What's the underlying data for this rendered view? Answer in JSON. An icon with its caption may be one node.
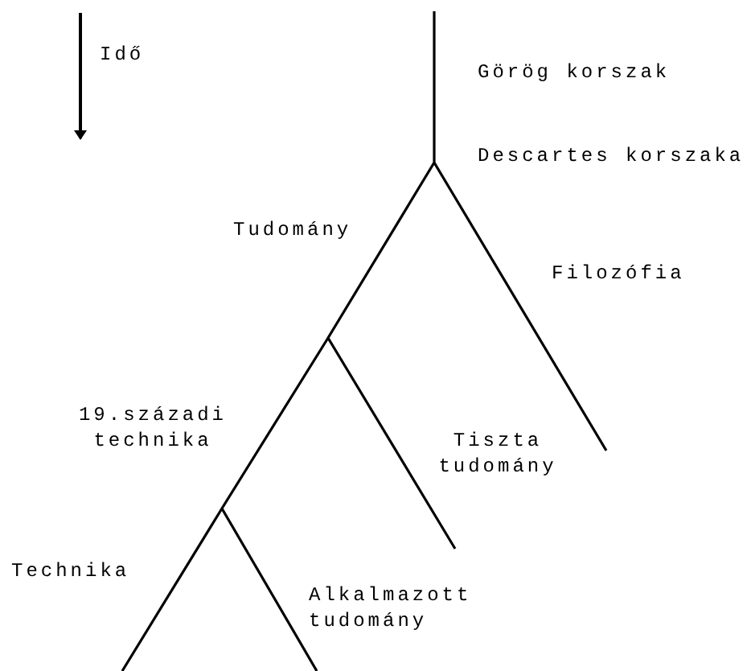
{
  "diagram": {
    "labels": [
      "Idő",
      "Görög korszak",
      "Descartes korszaka",
      "Tudomány",
      "Filozófia",
      "19.századi technika",
      "Tiszta tudomány",
      "Technika",
      "Alkalmazott tudomány"
    ]
  }
}
